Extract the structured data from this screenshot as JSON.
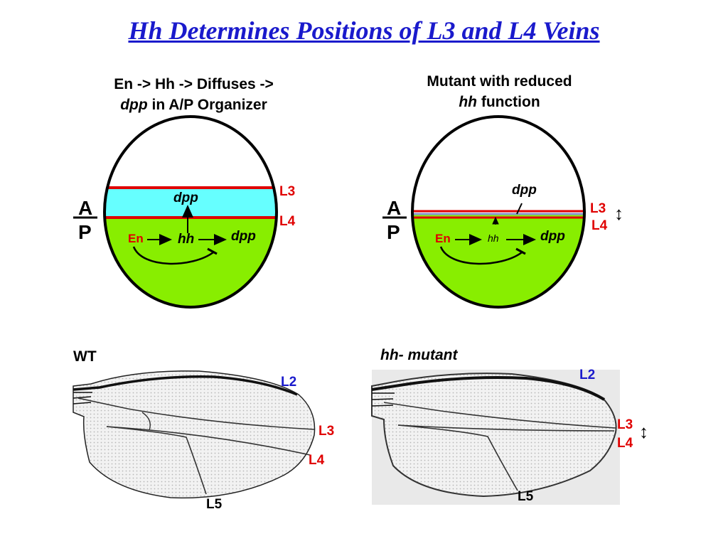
{
  "title": "Hh Determines Positions of L3 and L4 Veins",
  "left_panel": {
    "caption_line1": "En -> Hh -> Diffuses ->",
    "caption_line2_italic": "dpp",
    "caption_line2_rest": " in A/P Organizer",
    "l3": "L3",
    "l4": "L4",
    "a": "A",
    "p": "P",
    "dpp_top": "dpp",
    "en": "En",
    "hh": "hh",
    "dpp_right": "dpp"
  },
  "right_panel": {
    "caption_line1": "Mutant with reduced",
    "caption_line2_italic": "hh",
    "caption_line2_rest": " function",
    "l3": "L3",
    "l4": "L4",
    "a": "A",
    "p": "P",
    "dpp_top": "dpp",
    "en": "En",
    "hh": "hh",
    "dpp_right": "dpp",
    "double_arrow": "↕"
  },
  "wt_photo": {
    "label": "WT",
    "l2": "L2",
    "l3": "L3",
    "l4": "L4",
    "l5": "L5"
  },
  "mutant_photo": {
    "label": "hh- mutant",
    "l2": "L2",
    "l3": "L3",
    "l4": "L4",
    "l5": "L5",
    "double_arrow": "↕"
  },
  "colors": {
    "title": "#1a1acc",
    "vein_red": "#e00000",
    "l2_blue": "#1a1acc",
    "cyan": "#66ffff",
    "green": "#88ee00"
  }
}
